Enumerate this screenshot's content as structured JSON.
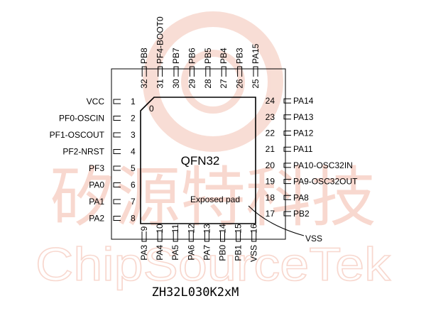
{
  "watermark": {
    "logo_letter": "C",
    "cn_text": "矽源特科技",
    "en_text": "ChipSourceTek",
    "color": "#f3b9a9"
  },
  "package": {
    "name": "QFN32",
    "exposed_pad_label": "Exposed pad",
    "index_mark": "0",
    "vss_label": "VSS"
  },
  "part_number": "ZH32L030K2xM",
  "pins": {
    "left": [
      {
        "num": "1",
        "name": "VCC"
      },
      {
        "num": "2",
        "name": "PF0-OSCIN"
      },
      {
        "num": "3",
        "name": "PF1-OSCOUT"
      },
      {
        "num": "4",
        "name": "PF2-NRST"
      },
      {
        "num": "5",
        "name": "PF3"
      },
      {
        "num": "6",
        "name": "PA0"
      },
      {
        "num": "7",
        "name": "PA1"
      },
      {
        "num": "8",
        "name": "PA2"
      }
    ],
    "bottom": [
      {
        "num": "9",
        "name": "PA3"
      },
      {
        "num": "10",
        "name": "PA4"
      },
      {
        "num": "11",
        "name": "PA5"
      },
      {
        "num": "12",
        "name": "PA6"
      },
      {
        "num": "13",
        "name": "PA7"
      },
      {
        "num": "14",
        "name": "PB0"
      },
      {
        "num": "15",
        "name": "PB1"
      },
      {
        "num": "16",
        "name": "VSS"
      }
    ],
    "right": [
      {
        "num": "17",
        "name": "PB2"
      },
      {
        "num": "18",
        "name": "PA8"
      },
      {
        "num": "19",
        "name": "PA9-OSC32OUT"
      },
      {
        "num": "20",
        "name": "PA10-OSC32IN"
      },
      {
        "num": "21",
        "name": "PA11"
      },
      {
        "num": "22",
        "name": "PA12"
      },
      {
        "num": "23",
        "name": "PA13"
      },
      {
        "num": "24",
        "name": "PA14"
      }
    ],
    "top": [
      {
        "num": "25",
        "name": "PA15"
      },
      {
        "num": "26",
        "name": "PB3"
      },
      {
        "num": "27",
        "name": "PB4"
      },
      {
        "num": "28",
        "name": "PB5"
      },
      {
        "num": "29",
        "name": "PB6"
      },
      {
        "num": "30",
        "name": "PB7"
      },
      {
        "num": "31",
        "name": "PF4-BOOT0"
      },
      {
        "num": "32",
        "name": "PB8"
      }
    ]
  }
}
